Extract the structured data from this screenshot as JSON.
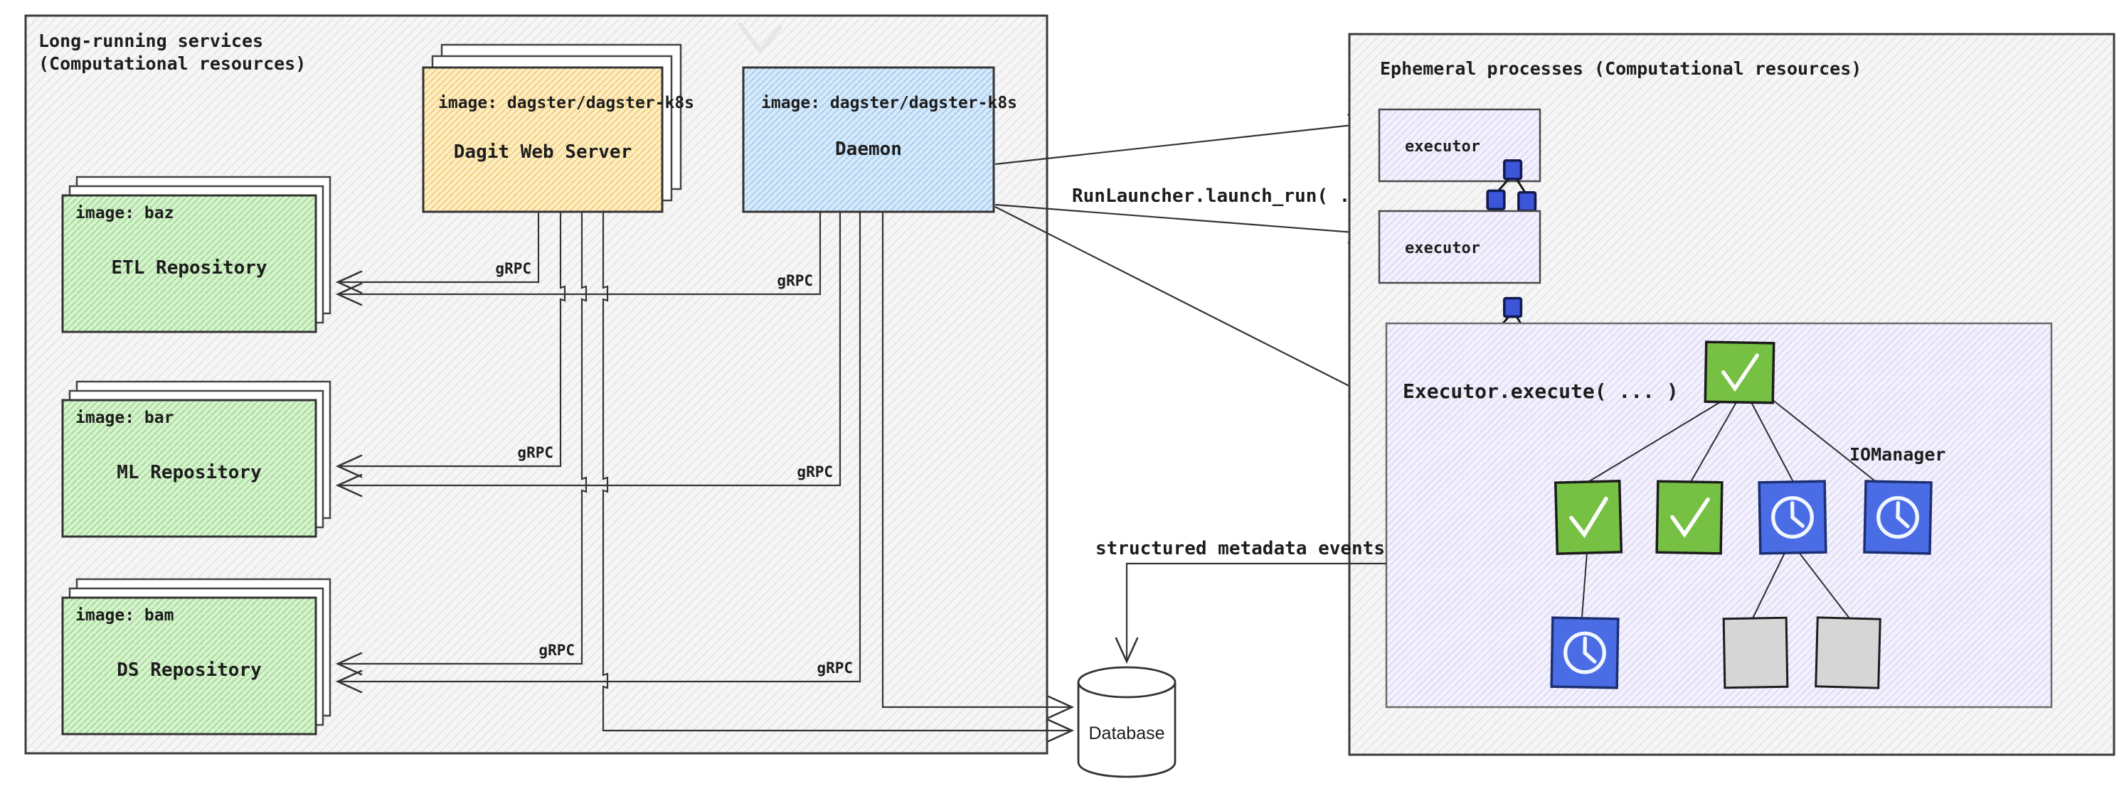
{
  "colors": {
    "panel_border": "#3b3b3b",
    "line": "#343434",
    "dagit_fill": "#fdeec4",
    "daemon_fill": "#d5e9fa",
    "repo_fill": "#d8f2d0",
    "executor_fill": "#f3f1fd",
    "node_success_green": "#76c043",
    "node_waiting_blue": "#4a6de5",
    "node_empty_gray": "#d6d6d6"
  },
  "left_panel": {
    "title_line1": "Long-running services",
    "title_line2": "(Computational resources)",
    "dagit": {
      "image_label": "image: dagster/dagster-k8s",
      "title": "Dagit Web Server"
    },
    "daemon": {
      "image_label": "image: dagster/dagster-k8s",
      "title": "Daemon"
    },
    "repositories": [
      {
        "image_label": "image: baz",
        "title": "ETL Repository"
      },
      {
        "image_label": "image: bar",
        "title": "ML Repository"
      },
      {
        "image_label": "image: bam",
        "title": "DS Repository"
      }
    ]
  },
  "connections": {
    "grpc_label": "gRPC",
    "run_launcher_label": "RunLauncher.launch_run( ... )",
    "metadata_events_label": "structured metadata events"
  },
  "right_panel": {
    "title": "Ephemeral processes (Computational resources)",
    "executors": [
      {
        "label": "executor"
      },
      {
        "label": "executor"
      }
    ],
    "executor_execute": {
      "title": "Executor.execute( ... )",
      "iomanager_label": "IOManager",
      "tree": {
        "root": "check",
        "level2": [
          "check",
          "check",
          "clock",
          "clock"
        ],
        "level3": [
          "clock",
          "empty",
          "empty"
        ]
      }
    }
  },
  "database": {
    "label": "Database"
  }
}
